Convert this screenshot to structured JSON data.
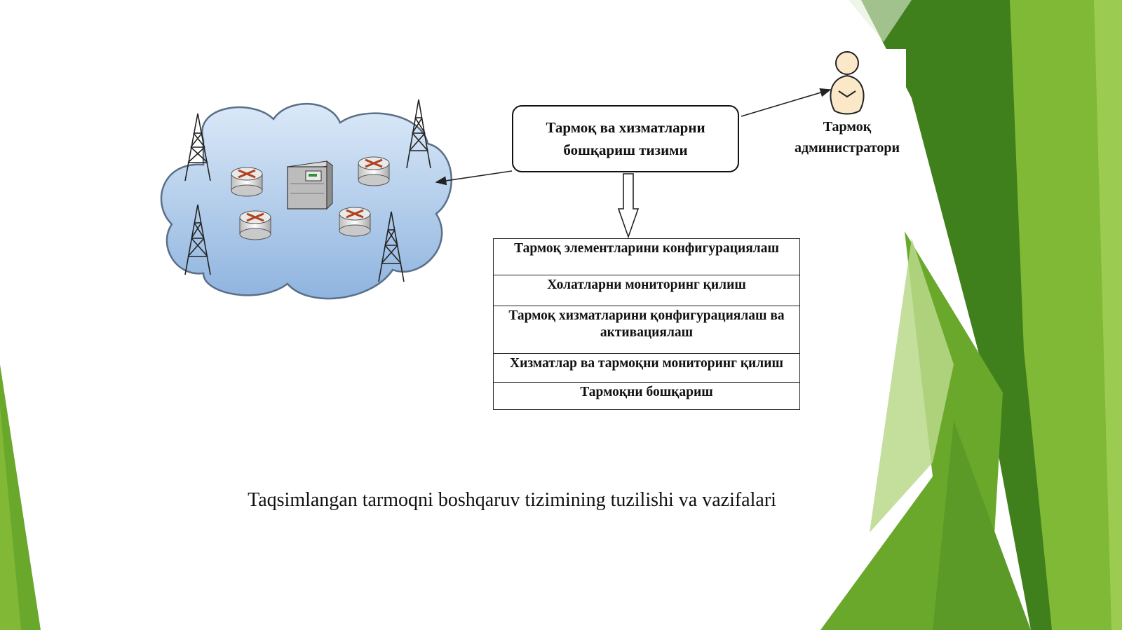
{
  "diagram": {
    "management_system": {
      "label": "Тармоқ ва хизматларни бошқариш тизими"
    },
    "administrator": {
      "label": "Тармоқ администратори",
      "icon": "person-icon"
    },
    "network_cloud": {
      "icons": [
        "radio-tower-icon",
        "router-icon",
        "server-icon"
      ]
    },
    "functions": [
      "Тармоқ элементларини конфигурациялаш",
      "Холатларни мониторинг қилиш",
      "Тармоқ хизматларини қонфигурациялаш ва активациялаш",
      "Хизматлар ва тармоқни мониторинг қилиш",
      "Тармоқни бошқариш"
    ]
  },
  "caption": "Taqsimlangan tarmoqni boshqaruv tizimining tuzilishi va vazifalari",
  "theme": {
    "accent_dark": "#3f7f1c",
    "accent_mid": "#6aa82c",
    "accent_light": "#9ccb52",
    "cloud": "#a9c8ea"
  }
}
